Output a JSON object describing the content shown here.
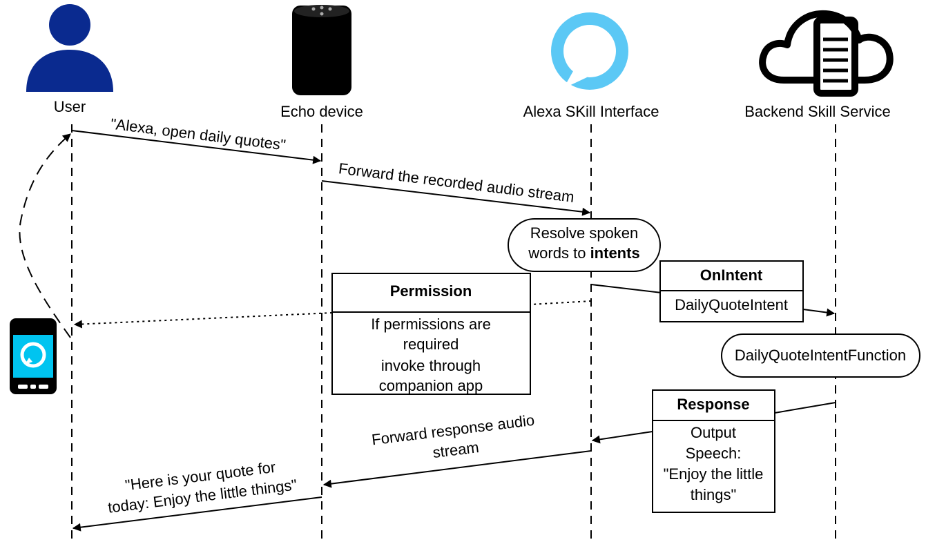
{
  "participants": {
    "user": "User",
    "echo": "Echo device",
    "alexa": "Alexa SKill Interface",
    "backend": "Backend Skill Service"
  },
  "messages": {
    "open_command": "\"Alexa, open daily quotes\"",
    "forward_audio": "Forward the recorded audio stream",
    "forward_response_line1": "Forward response audio",
    "forward_response_line2": "stream",
    "quote_line1": "\"Here is your quote for",
    "quote_line2": "today: Enjoy the little things\""
  },
  "resolve_bubble": {
    "line1": "Resolve spoken",
    "line2_prefix": "words to ",
    "line2_bold": "intents"
  },
  "on_intent_box": {
    "title": "OnIntent",
    "body": "DailyQuoteIntent"
  },
  "function_bubble": {
    "label": "DailyQuoteIntentFunction"
  },
  "permission_box": {
    "title": "Permission",
    "lines": [
      "If permissions are",
      "required",
      "invoke through",
      "companion app"
    ]
  },
  "response_box": {
    "title": "Response",
    "lines": [
      "Output",
      "Speech:",
      "\"Enjoy the little",
      "things\""
    ]
  },
  "colors": {
    "user_icon": "#0a2a8f",
    "alexa_ring": "#5bc8f5",
    "phone_screen": "#00c4f0",
    "line": "#000000"
  },
  "icons": {
    "user": "person-icon",
    "echo": "echo-speaker-icon",
    "alexa": "alexa-logo-icon",
    "backend": "cloud-server-icon",
    "phone": "smartphone-icon"
  }
}
